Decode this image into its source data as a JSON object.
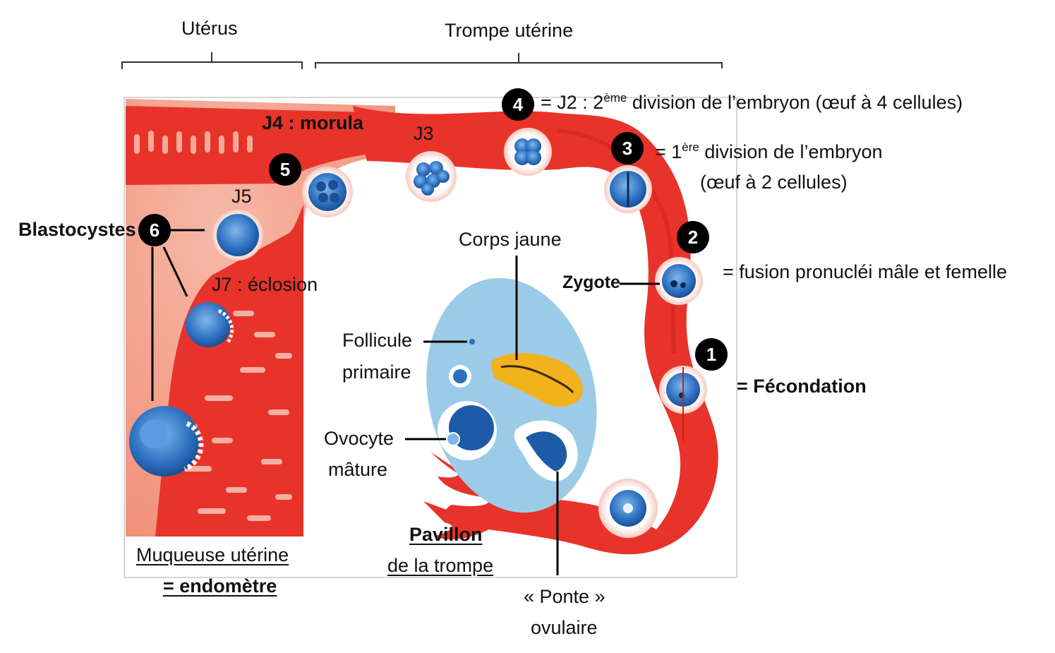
{
  "headers": {
    "uterus": "Utérus",
    "trompe": "Trompe utérine"
  },
  "stages": {
    "s1": {
      "number": "1",
      "text": "= Fécondation"
    },
    "s2": {
      "number": "2",
      "text": "= fusion pronucléi mâle et femelle",
      "label": "Zygote"
    },
    "s3": {
      "number": "3",
      "text_pre": "= 1",
      "sup": "ère",
      "text_post": " division de l’embryon",
      "line2": "(œuf à 2 cellules)"
    },
    "s4": {
      "number": "4",
      "text_pre": "= J2 : 2",
      "sup": "ème",
      "text_post": " division de l’embryon (œuf à 4 cellules)"
    },
    "s5": {
      "number": "5",
      "label": "J4 : morula"
    },
    "s6": {
      "number": "6",
      "label": "Blastocystes"
    }
  },
  "day_labels": {
    "j3": "J3",
    "j5": "J5",
    "j7": "J7 : éclosion"
  },
  "ovary": {
    "corps_jaune": "Corps jaune",
    "follicule_1": "Follicule",
    "follicule_2": "primaire",
    "ovocyte_1": "Ovocyte",
    "ovocyte_2": "mâture"
  },
  "bottom": {
    "muqueuse_1": "Muqueuse utérine",
    "muqueuse_2": "= endomètre",
    "pavillon_1": "Pavillon",
    "pavillon_2": "de la trompe",
    "ponte_1": "« Ponte »",
    "ponte_2": "ovulaire"
  },
  "colors": {
    "tube_red": "#e8332b",
    "tube_dark": "#c9221c",
    "endometrium_pink": "#f4a08c",
    "ovary_blue": "#9ccbe8",
    "cell_blue": "#2c6fc0",
    "corpus_yellow": "#f2b21e"
  }
}
